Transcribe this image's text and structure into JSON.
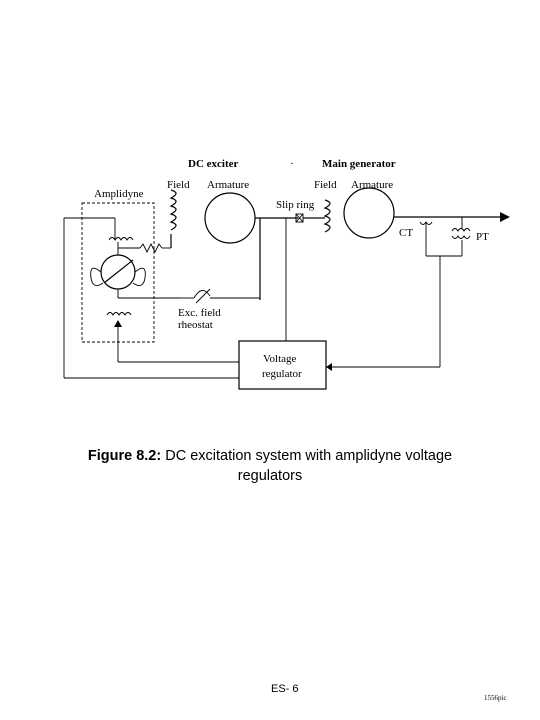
{
  "diagram": {
    "headers": {
      "dc_exciter": "DC exciter",
      "main_generator": "Main generator",
      "separator": "·"
    },
    "labels": {
      "amplidyne": "Amplidyne",
      "exciter_field": "Field",
      "exciter_armature": "Armature",
      "gen_field": "Field",
      "gen_armature": "Armature",
      "slip_ring": "Slip ring",
      "ct": "CT",
      "pt": "PT",
      "exc_field_line1": "Exc. field",
      "exc_field_line2": "rheostat",
      "voltage_regulator_line1": "Voltage",
      "voltage_regulator_line2": "regulator"
    }
  },
  "caption": {
    "number": "Figure 8.2:",
    "text_line1": "DC excitation system with amplidyne voltage",
    "text_line2": "regulators"
  },
  "footer": {
    "page": "ES- 6",
    "page_id": "1556pic"
  }
}
